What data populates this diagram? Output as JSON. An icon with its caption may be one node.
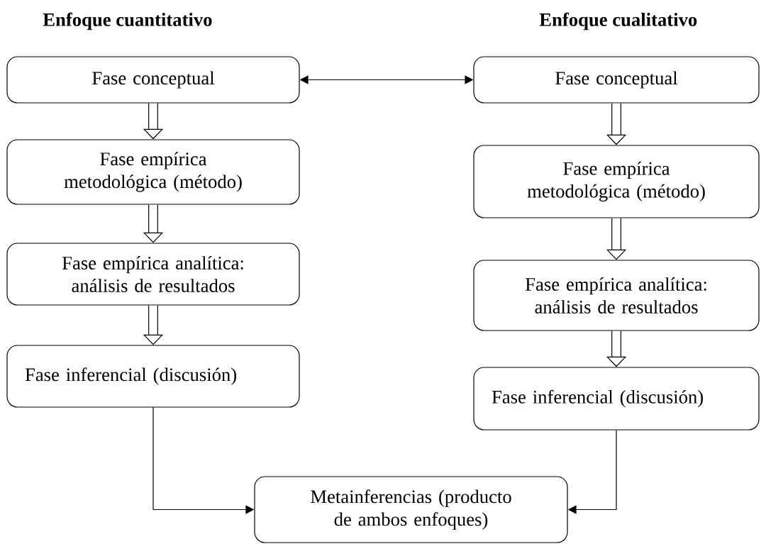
{
  "diagram": {
    "nodes": [
      {
        "text": [
          "Fase conceptual"
        ]
      },
      {
        "text": [
          "Fase conceptual"
        ]
      },
      {
        "text": [
          "Fase empírica metodológica (método)"
        ]
      },
      {
        "text": [
          "Fase empírica metodológica (método)"
        ]
      },
      {
        "text": [
          "Fase empírica analítica: análisis de resultados"
        ]
      },
      {
        "text": [
          "Fase empírica analítica: análisis de resultados"
        ]
      },
      {
        "text": [
          "Fase inferencial (discusión)"
        ]
      },
      {
        "text": [
          "Fase inferencial (discusión)"
        ]
      },
      {
        "text": [
          "Metainferencias (producto de ambos enfoques)"
        ]
      }
    ],
    "edges": [
      {
        "from": 0,
        "to": 1,
        "arrow": "both"
      },
      {
        "from": 0,
        "to": 2,
        "arrow": "to"
      },
      {
        "from": 2,
        "to": 4,
        "arrow": "to"
      },
      {
        "from": 4,
        "to": 6,
        "arrow": "to"
      },
      {
        "from": 1,
        "to": 3,
        "arrow": "to"
      },
      {
        "from": 3,
        "to": 5,
        "arrow": "to"
      },
      {
        "from": 5,
        "to": 7,
        "arrow": "to"
      },
      {
        "from": 6,
        "to": 8,
        "arrow": "to"
      },
      {
        "from": 7,
        "to": 8,
        "arrow": "to"
      }
    ],
    "labels": [
      "Enfoque cuantitativo",
      "Enfoque cualitativo"
    ]
  }
}
